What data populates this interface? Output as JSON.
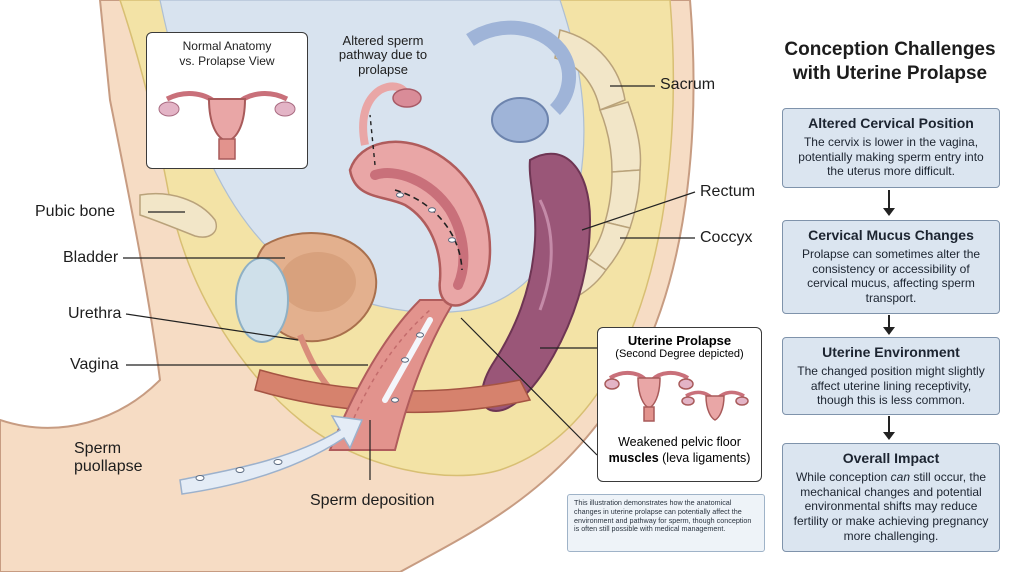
{
  "illustration": {
    "inset_normal_title_line1": "Normal Anatomy",
    "inset_normal_title_line2": "vs. Prolapse View",
    "altered_pathway_line1": "Altered sperm",
    "altered_pathway_line2": "pathway due to prolapse",
    "labels": {
      "sacrum": "Sacrum",
      "rectum": "Rectum",
      "coccyx": "Coccyx",
      "pubic_bone": "Pubic bone",
      "bladder": "Bladder",
      "urethra": "Urethra",
      "vagina": "Vagina",
      "sperm_line1": "Sperm",
      "sperm_line2": "puollapse",
      "sperm_deposition": "Sperm deposition"
    },
    "prolapse_inset": {
      "title": "Uterine Prolapse",
      "subtitle": "(Second Degree depicted)",
      "caption_line1": "Weakened pelvic floor",
      "caption_bold": "muscles",
      "caption_rest": "(leva ligaments)"
    },
    "note": "This illustration demonstrates how the anatomical changes in uterine prolapse can potentially affect the environment and pathway for sperm, though conception is often still possible with medical management."
  },
  "panel": {
    "title_line1": "Conception Challenges",
    "title_line2": "with Uterine Prolapse",
    "boxes": [
      {
        "heading": "Altered Cervical Position",
        "text": "The cervix is lower in the vagina, potentially making sperm entry into the uterus more difficult."
      },
      {
        "heading": "Cervical Mucus Changes",
        "text": "Prolapse can sometimes alter the consistency or accessibility of cervical mucus, affecting sperm transport."
      },
      {
        "heading": "Uterine Environment",
        "text": "The changed position might slightly affect uterine lining receptivity, though this is less common."
      },
      {
        "heading": "Overall Impact",
        "text_before": "While conception ",
        "text_em": "can",
        "text_after": " still occur, the mechanical changes and potential environmental shifts may reduce fertility or make achieving pregnancy more challenging."
      }
    ]
  },
  "colors": {
    "skin": "#f6dcc4",
    "fat": "#f3e3a6",
    "uterus": "#e9a6a6",
    "uterus_dark": "#c9707a",
    "bladder": "#e3b08e",
    "rectum": "#9a5678",
    "bone": "#f2e6c8",
    "bowel_blue": "#9fb4d8",
    "panel_box": "#dbe5f0"
  }
}
